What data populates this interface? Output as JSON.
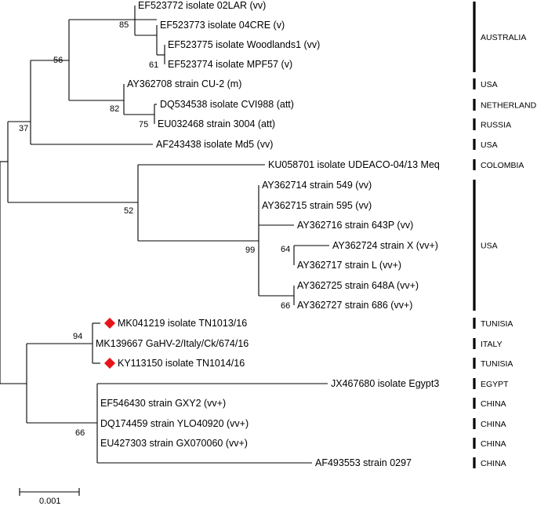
{
  "taxa": [
    {
      "label": "EF523772 isolate 02LAR (vv)"
    },
    {
      "label": "EF523773 isolate 04CRE (v)"
    },
    {
      "label": "EF523775 isolate Woodlands1 (vv)"
    },
    {
      "label": "EF523774 isolate MPF57 (v)"
    },
    {
      "label": "AY362708 strain CU-2 (m)"
    },
    {
      "label": "DQ534538 isolate CVI988 (att)"
    },
    {
      "label": "EU032468 strain 3004 (att)"
    },
    {
      "label": "AF243438 isolate Md5 (vv)"
    },
    {
      "label": "KU058701 isolate UDEACO-04/13 Meq"
    },
    {
      "label": "AY362714 strain 549 (vv)"
    },
    {
      "label": "AY362715 strain 595 (vv)"
    },
    {
      "label": "AY362716 strain 643P (vv)"
    },
    {
      "label": "AY362724 strain X (vv+)"
    },
    {
      "label": "AY362717 strain L (vv+)"
    },
    {
      "label": "AY362725 strain 648A (vv+)"
    },
    {
      "label": "AY362727 strain 686 (vv+)"
    },
    {
      "label": "MK041219 isolate TN1013/16",
      "marker": true
    },
    {
      "label": "MK139667 GaHV-2/Italy/Ck/674/16"
    },
    {
      "label": "KY113150 isolate TN1014/16",
      "marker": true
    },
    {
      "label": "JX467680 isolate Egypt3"
    },
    {
      "label": "EF546430 strain GXY2 (vv+)"
    },
    {
      "label": "DQ174459 strain YLO40920 (vv+)"
    },
    {
      "label": "EU427303 strain GX070060 (vv+)"
    },
    {
      "label": "AF493553 strain 0297"
    }
  ],
  "bootstrap": [
    "85",
    "61",
    "56",
    "82",
    "75",
    "37",
    "52",
    "99",
    "64",
    "66",
    "94",
    "66"
  ],
  "countries": [
    {
      "label": "AUSTRALIA"
    },
    {
      "label": "USA"
    },
    {
      "label": "NETHERLAND"
    },
    {
      "label": "RUSSIA"
    },
    {
      "label": "USA"
    },
    {
      "label": "COLOMBIA"
    },
    {
      "label": "USA"
    },
    {
      "label": "TUNISIA"
    },
    {
      "label": "ITALY"
    },
    {
      "label": "TUNISIA"
    },
    {
      "label": "EGYPT"
    },
    {
      "label": "CHINA"
    },
    {
      "label": "CHINA"
    },
    {
      "label": "CHINA"
    },
    {
      "label": "CHINA"
    }
  ],
  "scale": {
    "label": "0.001"
  },
  "colors": {
    "branch": "#000000",
    "marker": "#e8141b",
    "bar": "#000000"
  }
}
